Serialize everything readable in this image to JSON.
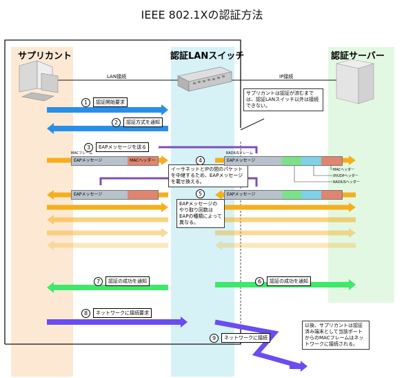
{
  "title": "IEEE 802.1Xの認証方法",
  "columns": {
    "supplicant": "サプリカント",
    "switch": "認証LANスイッチ",
    "server": "認証サーバー"
  },
  "links": {
    "lan": "LAN接続",
    "ip": "IP接続"
  },
  "steps": [
    {
      "num": "1",
      "text": "認証開始要求"
    },
    {
      "num": "2",
      "text": "認証方式を通知"
    },
    {
      "num": "3",
      "text": "EAPメッセージを送る"
    },
    {
      "num": "4",
      "text": ""
    },
    {
      "num": "5",
      "text": ""
    },
    {
      "num": "6",
      "text": "認証の成功を通知"
    },
    {
      "num": "7",
      "text": "認証の成功を通知"
    },
    {
      "num": "8",
      "text": "ネットワークに接続要求"
    },
    {
      "num": "9",
      "text": "ネットワークに接続"
    }
  ],
  "notes": {
    "server_note": "サプリカントは認証が済むまでは、認証LANスイッチ以外は接続できない。",
    "step4_note": "イーサネットとIPの間のパケットを中継するため、EAPメッセージを載せ換える。",
    "step5_note": "EAPメッセージのやり取り回数はEAPの種類によって異なる。",
    "after_note": "以後、サプリカントは認証済み端末として当該ポートからのMACフレームはネットワークに接続される。"
  },
  "frames": {
    "mac_frame_label": "MACフレーム",
    "radius_frame_label": "RADIUSフレーム",
    "eap_message": "EAPメッセージ",
    "mac_header": "MACヘッダー"
  },
  "legend": {
    "mac_header": "MACヘッダー",
    "ip_udp_header": "IP/UDPヘッダー",
    "radius_header": "RADIUSヘッダー"
  },
  "colors": {
    "supplicant_bg": "#fde9d3",
    "switch_bg": "#d6f2f6",
    "server_bg": "#e3f8e3",
    "blue_arrow": "#2a8ee8",
    "orange_arrow": "#f6ae1c",
    "green_arrow": "#3fe86a",
    "purple_arrow": "#7b4fb8",
    "violet_arrow": "#6a4cf0",
    "mac_header_fill": "#e0856f",
    "ip_header_fill": "#7fd1e8",
    "radius_header_fill": "#7de08a",
    "eap_fill": "#b7c2cc"
  }
}
